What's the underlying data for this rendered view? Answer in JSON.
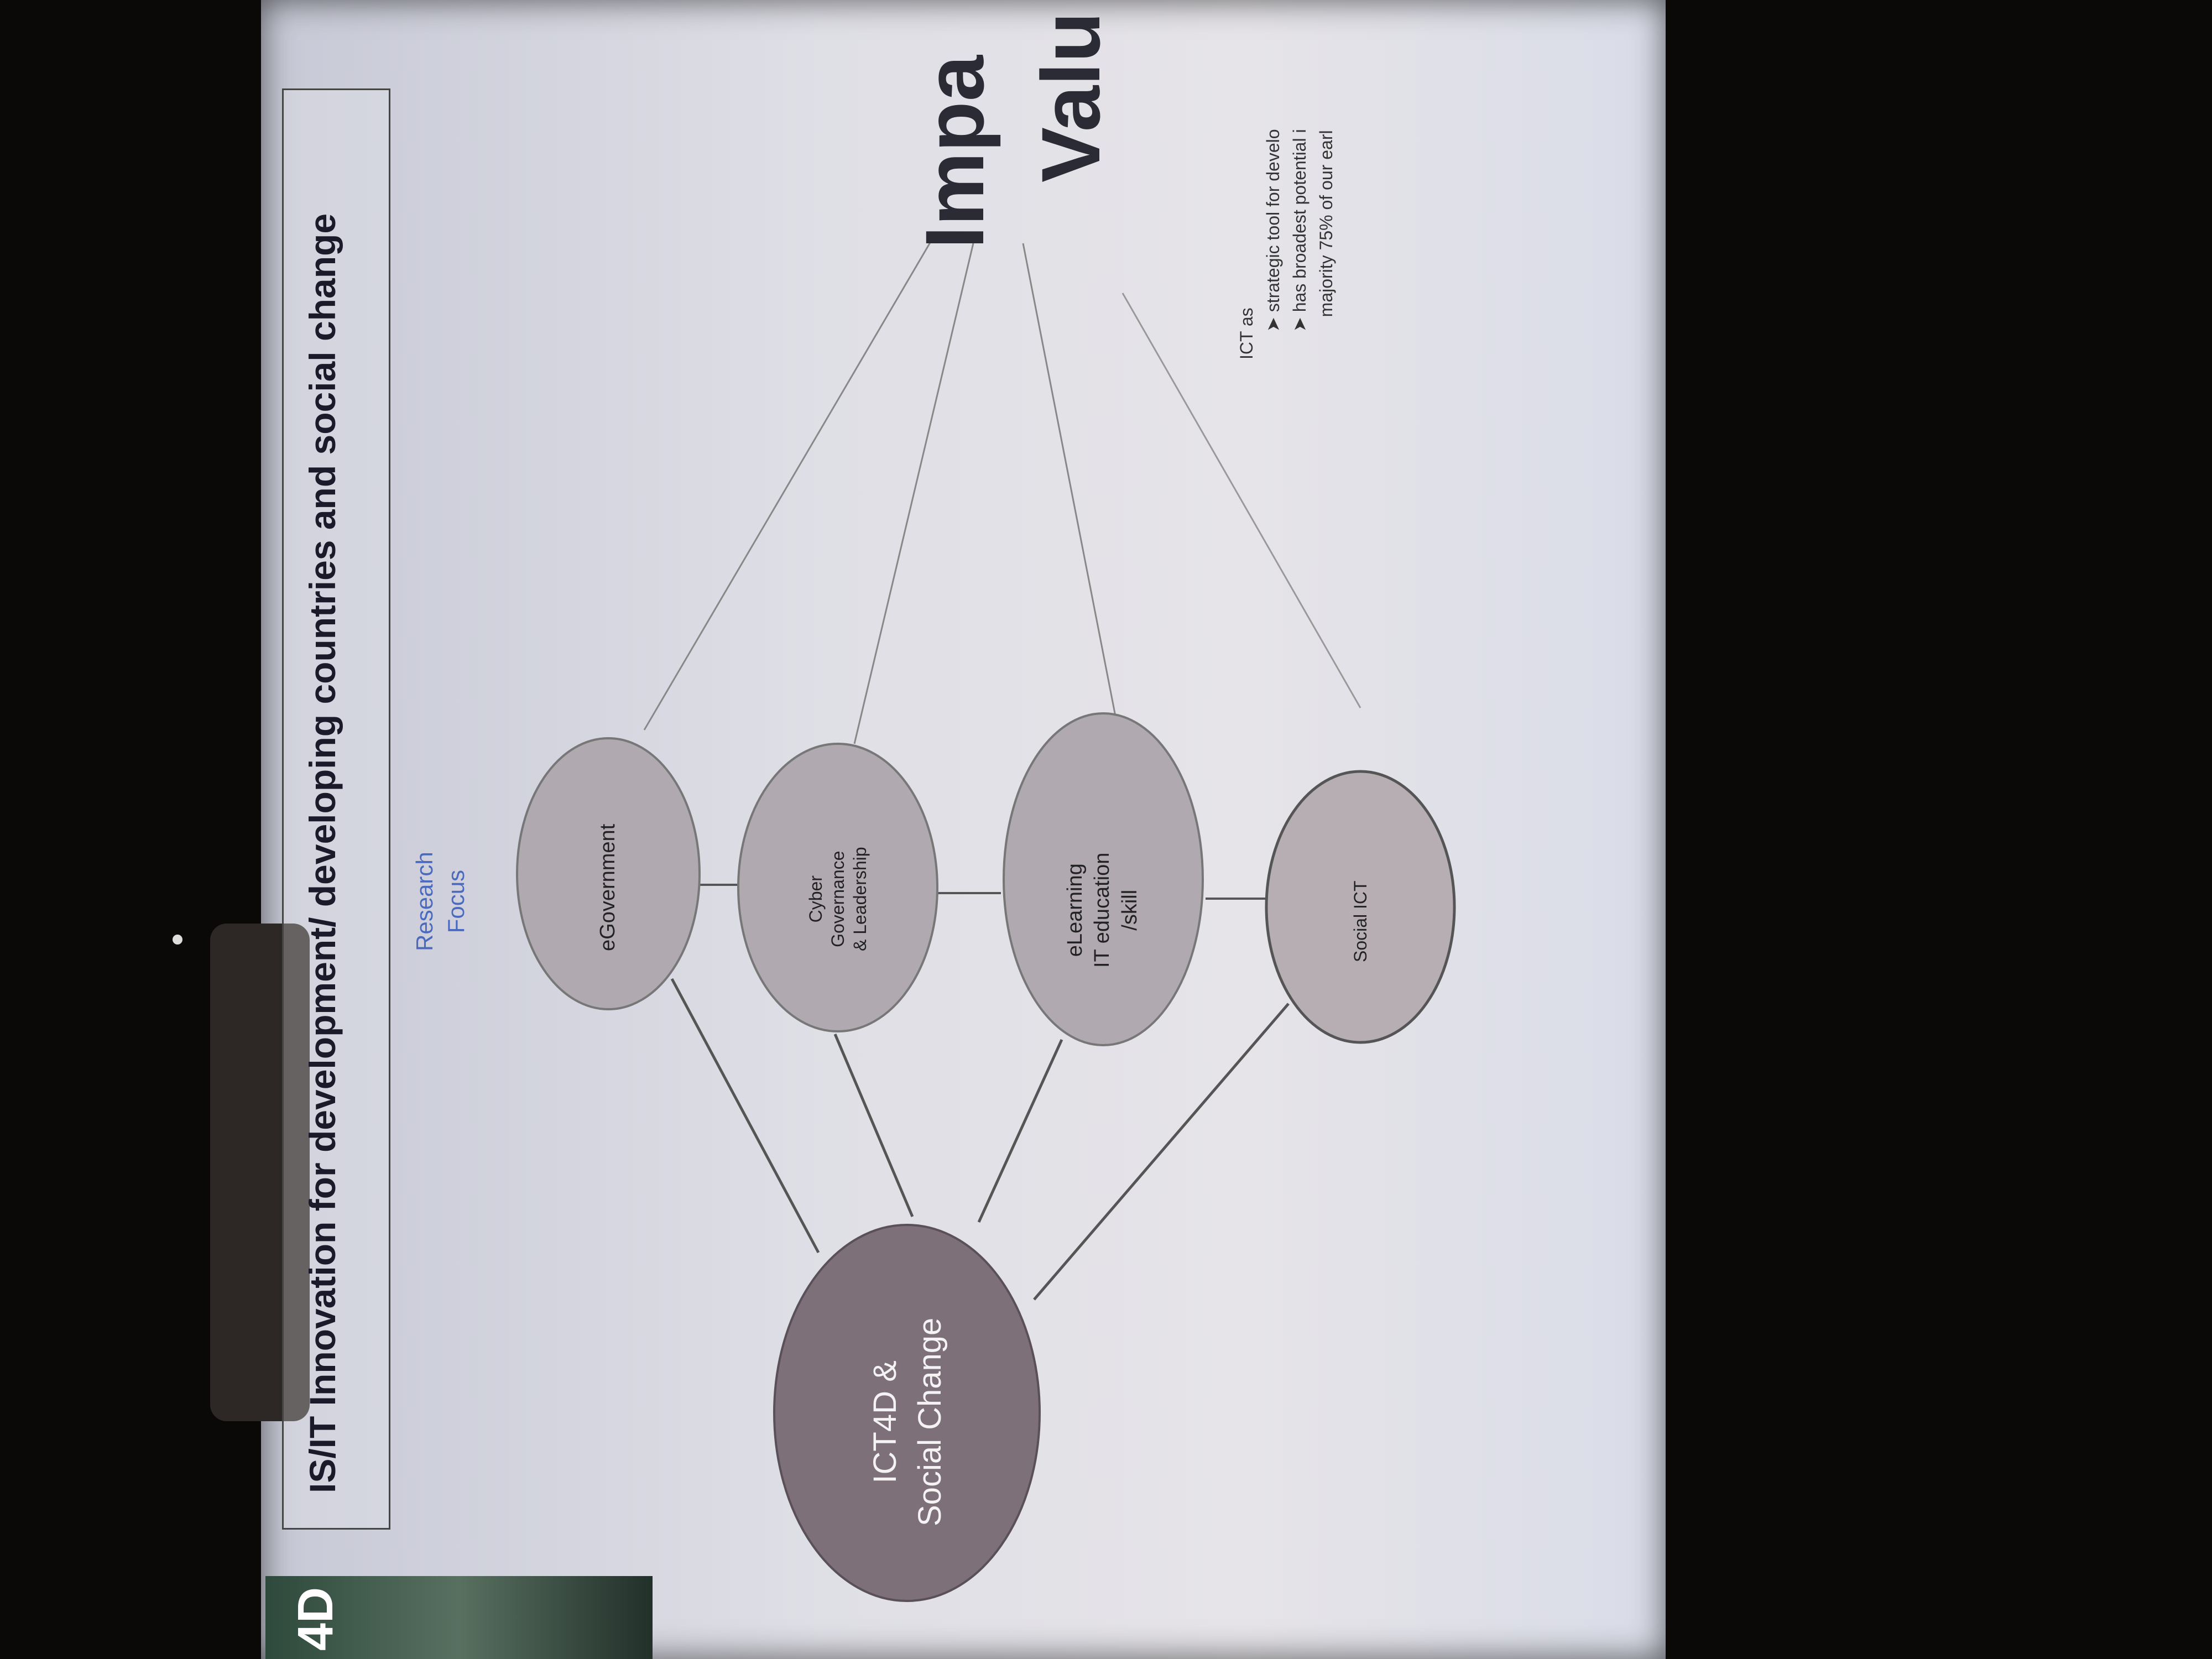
{
  "slide": {
    "title": "IS/IT Innovation for development/ developing countries and social change",
    "research_focus_line1": "Research",
    "research_focus_line2": "Focus",
    "corner_logo": "4D"
  },
  "diagram": {
    "center": {
      "line1": "ICT4D &",
      "line2": "Social Change"
    },
    "nodes": [
      {
        "id": "egov",
        "line1": "eGovernment",
        "line2": "",
        "line3": ""
      },
      {
        "id": "cyber",
        "line1": "Cyber",
        "line2": "Governance",
        "line3": "& Leadership"
      },
      {
        "id": "elearn",
        "line1": "eLearning",
        "line2": "IT education",
        "line3": "/skill"
      },
      {
        "id": "social",
        "line1": "Social ICT",
        "line2": "",
        "line3": ""
      }
    ]
  },
  "right_panel": {
    "heading1": "Impa",
    "heading2": "Valu",
    "bullet_intro": "ICT as",
    "bullets": [
      "strategic tool for develo",
      "has broadest potential i",
      "majority 75% of our earl"
    ]
  },
  "colors": {
    "center_fill": "#7d7079",
    "node_fill": "#b0a9af",
    "title_color": "#1a1a2a",
    "research_focus_color": "#4a6ac0"
  }
}
